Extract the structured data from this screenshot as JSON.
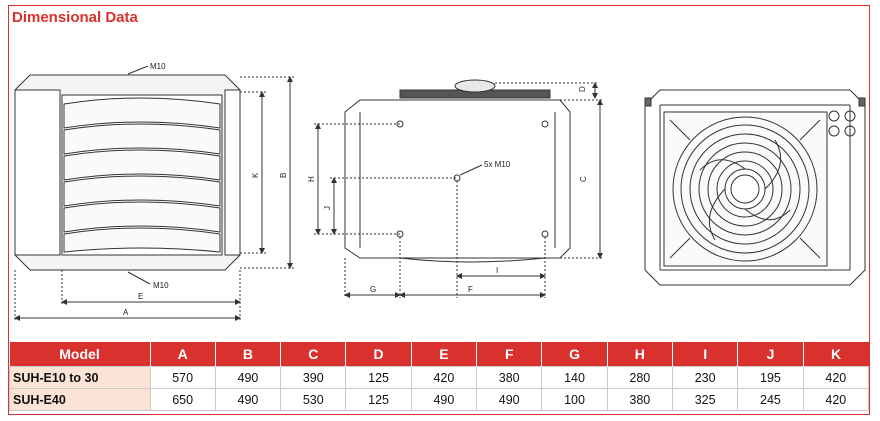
{
  "title": "Dimensional Data",
  "labels": {
    "m10_top": "M10",
    "m10_bottom": "M10",
    "five_m10": "5x M10",
    "A": "A",
    "B": "B",
    "C": "C",
    "D": "D",
    "E": "E",
    "F": "F",
    "G": "G",
    "H": "H",
    "I": "I",
    "J": "J",
    "K": "K"
  },
  "table": {
    "headers": [
      "Model",
      "A",
      "B",
      "C",
      "D",
      "E",
      "F",
      "G",
      "H",
      "I",
      "J",
      "K"
    ],
    "rows": [
      [
        "SUH-E10 to 30",
        "570",
        "490",
        "390",
        "125",
        "420",
        "380",
        "140",
        "280",
        "230",
        "195",
        "420"
      ],
      [
        "SUH-E40",
        "650",
        "490",
        "530",
        "125",
        "490",
        "490",
        "100",
        "380",
        "325",
        "245",
        "420"
      ]
    ]
  },
  "colors": {
    "accent": "#d9322e",
    "model_cell": "#fbe3d6"
  }
}
